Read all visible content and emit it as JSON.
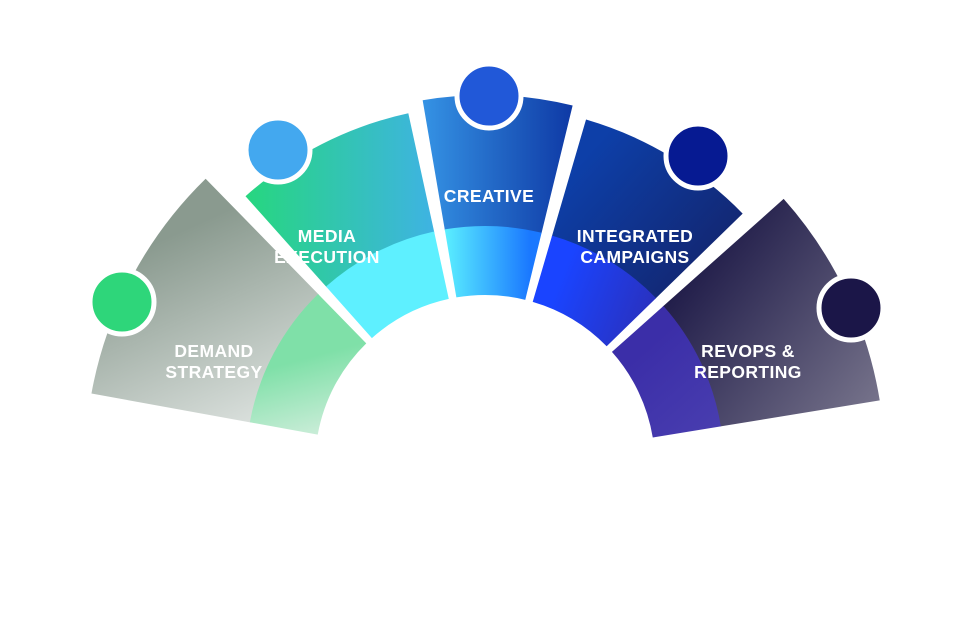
{
  "segments": [
    {
      "id": "demand-strategy",
      "label_lines": [
        "DEMAND",
        "STRATEGY"
      ],
      "gradient": [
        "#8a9a8f",
        "#e8ecea"
      ],
      "inner_band": [
        "#7fe0a8",
        "#eef3ef"
      ],
      "node_color": "#2ed67a"
    },
    {
      "id": "media-execution",
      "label_lines": [
        "MEDIA",
        "EXECUTION"
      ],
      "gradient": [
        "#22dd6c",
        "#3fb2e6"
      ],
      "inner_band": [
        "#5ef0ff",
        "#5ef0ff"
      ],
      "node_color": "#43a8ef"
    },
    {
      "id": "creative",
      "label_lines": [
        "CREATIVE"
      ],
      "gradient": [
        "#3da6f2",
        "#0a2f9e"
      ],
      "inner_band": [
        "#5ef6ff",
        "#1a78ff"
      ],
      "node_color": "#2158d8"
    },
    {
      "id": "integrated-campaigns",
      "label_lines": [
        "INTEGRATED",
        "CAMPAIGNS"
      ],
      "gradient": [
        "#0d3fa8",
        "#151c5a"
      ],
      "inner_band": [
        "#1a44ff",
        "#2b2fb8"
      ],
      "node_color": "#061a92"
    },
    {
      "id": "revops-reporting",
      "label_lines": [
        "REVOPS &",
        "REPORTING"
      ],
      "gradient": [
        "#1c1846",
        "#7d7a90"
      ],
      "inner_band": [
        "#3b2ea8",
        "#4a3fb0"
      ],
      "node_color": "#1b1648"
    }
  ]
}
